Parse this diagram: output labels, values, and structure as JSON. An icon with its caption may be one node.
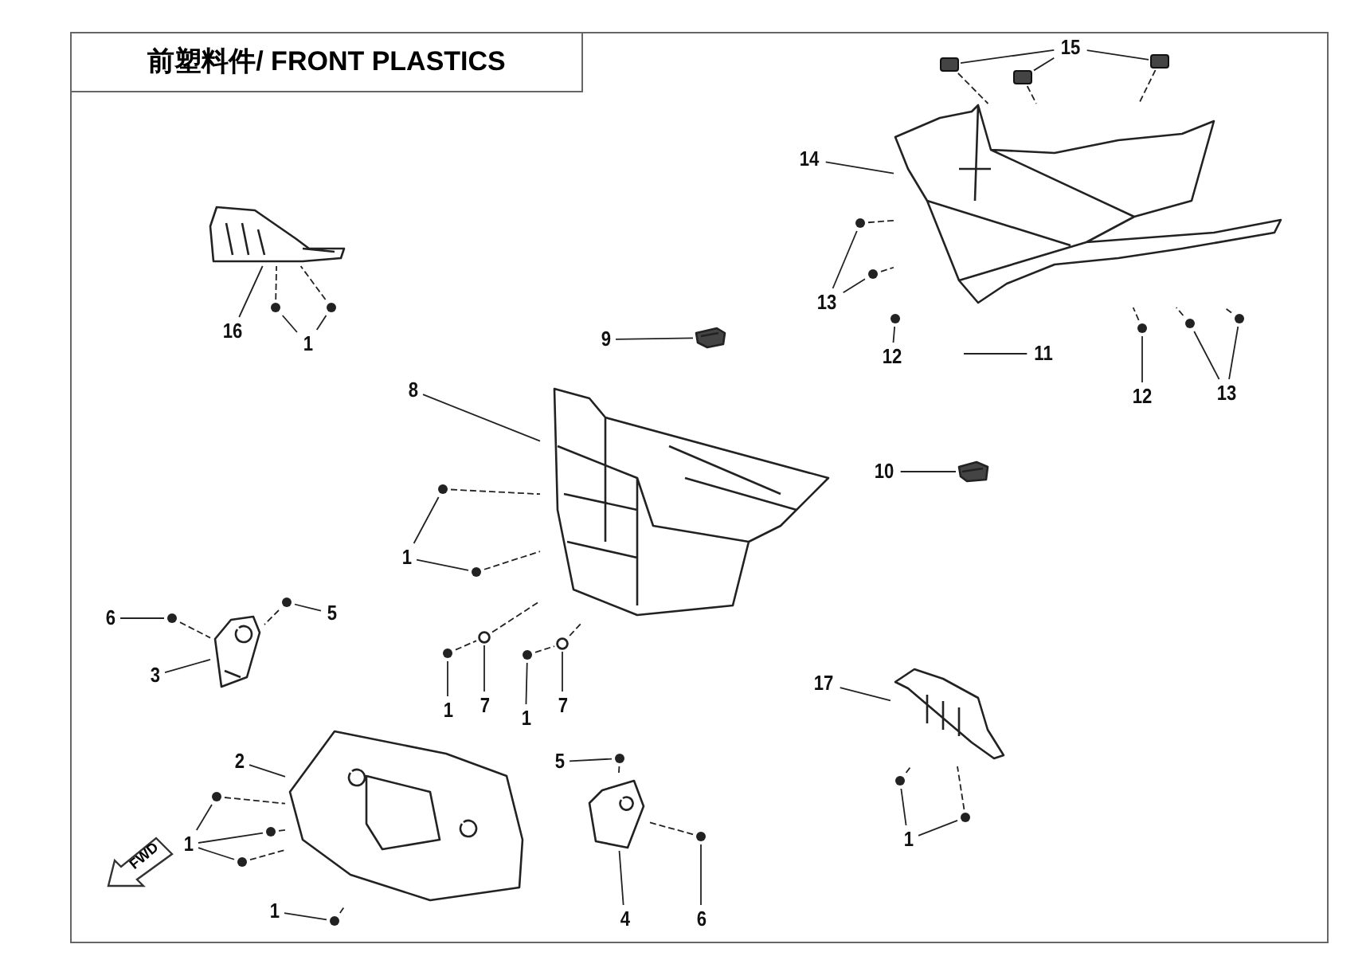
{
  "diagram": {
    "title": "前塑料件/ FRONT PLASTICS",
    "nodes": [
      {
        "text": [
          "16"
        ]
      },
      {
        "text": [],
        "shape": "picture"
      },
      {
        "text": [
          "1"
        ]
      },
      {
        "text": [],
        "shape": "circle"
      },
      {
        "text": [],
        "shape": "circle"
      },
      {
        "text": [
          "14"
        ]
      },
      {
        "text": [],
        "shape": "picture"
      },
      {
        "text": [
          "15"
        ]
      },
      {
        "text": [],
        "shape": "box"
      },
      {
        "text": [],
        "shape": "box"
      },
      {
        "text": [],
        "shape": "box"
      },
      {
        "text": [
          "13"
        ]
      },
      {
        "text": [],
        "shape": "circle"
      },
      {
        "text": [],
        "shape": "circle"
      },
      {
        "text": [
          "12"
        ]
      },
      {
        "text": [],
        "shape": "circle"
      },
      {
        "text": [
          "9"
        ]
      },
      {
        "text": [],
        "shape": "picture"
      },
      {
        "text": [
          "11"
        ]
      },
      {
        "text": [
          "12"
        ]
      },
      {
        "text": [],
        "shape": "circle"
      },
      {
        "text": [
          "13"
        ]
      },
      {
        "text": [],
        "shape": "circle"
      },
      {
        "text": [],
        "shape": "circle"
      },
      {
        "text": [
          "8"
        ]
      },
      {
        "text": [],
        "shape": "picture"
      },
      {
        "text": [
          "10"
        ]
      },
      {
        "text": [],
        "shape": "picture"
      },
      {
        "text": [
          "1"
        ]
      },
      {
        "text": [],
        "shape": "circle"
      },
      {
        "text": [],
        "shape": "circle"
      },
      {
        "text": [
          "6"
        ]
      },
      {
        "text": [],
        "shape": "circle"
      },
      {
        "text": [
          "5"
        ]
      },
      {
        "text": [],
        "shape": "circle"
      },
      {
        "text": [
          "3"
        ]
      },
      {
        "text": [],
        "shape": "picture"
      },
      {
        "text": [
          "1"
        ]
      },
      {
        "text": [],
        "shape": "circle"
      },
      {
        "text": [
          "7"
        ]
      },
      {
        "text": [],
        "shape": "circle"
      },
      {
        "text": [
          "1"
        ]
      },
      {
        "text": [],
        "shape": "circle"
      },
      {
        "text": [
          "7"
        ]
      },
      {
        "text": [],
        "shape": "circle"
      },
      {
        "text": [
          "17"
        ]
      },
      {
        "text": [],
        "shape": "picture"
      },
      {
        "text": [
          "2"
        ]
      },
      {
        "text": [],
        "shape": "picture"
      },
      {
        "text": [
          "5"
        ]
      },
      {
        "text": [],
        "shape": "circle"
      },
      {
        "text": [
          "1"
        ]
      },
      {
        "text": [],
        "shape": "circle"
      },
      {
        "text": [],
        "shape": "circle"
      },
      {
        "text": [],
        "shape": "circle"
      },
      {
        "text": [
          "1"
        ]
      },
      {
        "text": [],
        "shape": "circle"
      },
      {
        "text": [],
        "shape": "circle"
      },
      {
        "text": [
          "1"
        ]
      },
      {
        "text": [],
        "shape": "circle"
      },
      {
        "text": [
          "4"
        ]
      },
      {
        "text": [],
        "shape": "picture"
      },
      {
        "text": [
          "6"
        ]
      },
      {
        "text": [],
        "shape": "circle"
      }
    ],
    "edges": [
      {
        "from": 0,
        "to": 1,
        "arrow": "none"
      },
      {
        "from": 2,
        "to": 3,
        "arrow": "none"
      },
      {
        "from": 2,
        "to": 4,
        "arrow": "none"
      },
      {
        "from": 5,
        "to": 6,
        "arrow": "none"
      },
      {
        "from": 7,
        "to": 8,
        "arrow": "none"
      },
      {
        "from": 7,
        "to": 9,
        "arrow": "none"
      },
      {
        "from": 7,
        "to": 10,
        "arrow": "none"
      },
      {
        "from": 11,
        "to": 12,
        "arrow": "none"
      },
      {
        "from": 11,
        "to": 13,
        "arrow": "none"
      },
      {
        "from": 14,
        "to": 15,
        "arrow": "none"
      },
      {
        "from": 16,
        "to": 17,
        "arrow": "none"
      },
      {
        "from": 18,
        "to": null,
        "arrow": "none"
      },
      {
        "from": 19,
        "to": 20,
        "arrow": "none"
      },
      {
        "from": 21,
        "to": 22,
        "arrow": "none"
      },
      {
        "from": 21,
        "to": 23,
        "arrow": "none"
      },
      {
        "from": 24,
        "to": 25,
        "arrow": "none"
      },
      {
        "from": 26,
        "to": 27,
        "arrow": "none"
      },
      {
        "from": 28,
        "to": 29,
        "arrow": "none"
      },
      {
        "from": 28,
        "to": 30,
        "arrow": "none"
      },
      {
        "from": 31,
        "to": 32,
        "arrow": "none"
      },
      {
        "from": 33,
        "to": 34,
        "arrow": "none"
      },
      {
        "from": 35,
        "to": 36,
        "arrow": "none"
      },
      {
        "from": 37,
        "to": 38,
        "arrow": "none"
      },
      {
        "from": 39,
        "to": 40,
        "arrow": "none"
      },
      {
        "from": 41,
        "to": 42,
        "arrow": "none"
      },
      {
        "from": 43,
        "to": 44,
        "arrow": "none"
      },
      {
        "from": 45,
        "to": 46,
        "arrow": "none"
      },
      {
        "from": 47,
        "to": 48,
        "arrow": "none"
      },
      {
        "from": 49,
        "to": 50,
        "arrow": "none"
      },
      {
        "from": 51,
        "to": 52,
        "arrow": "none"
      },
      {
        "from": 51,
        "to": 53,
        "arrow": "none"
      },
      {
        "from": 51,
        "to": 54,
        "arrow": "none"
      },
      {
        "from": 55,
        "to": 56,
        "arrow": "none"
      },
      {
        "from": 55,
        "to": 57,
        "arrow": "none"
      },
      {
        "from": 58,
        "to": 59,
        "arrow": "none"
      },
      {
        "from": 60,
        "to": 61,
        "arrow": "none"
      },
      {
        "from": 62,
        "to": 63,
        "arrow": "none"
      },
      {
        "from": 3,
        "to": 1,
        "arrow": "none",
        "style": "dashed"
      },
      {
        "from": 4,
        "to": 1,
        "arrow": "none",
        "style": "dashed"
      },
      {
        "from": 8,
        "to": 6,
        "arrow": "none",
        "style": "dashed"
      },
      {
        "from": 9,
        "to": 6,
        "arrow": "none",
        "style": "dashed"
      },
      {
        "from": 10,
        "to": 6,
        "arrow": "none",
        "style": "dashed"
      },
      {
        "from": 12,
        "to": 6,
        "arrow": "none",
        "style": "dashed"
      },
      {
        "from": 13,
        "to": 6,
        "arrow": "none",
        "style": "dashed"
      },
      {
        "from": 20,
        "to": 6,
        "arrow": "none",
        "style": "dashed"
      },
      {
        "from": 22,
        "to": 6,
        "arrow": "none",
        "style": "dashed"
      },
      {
        "from": 23,
        "to": 6,
        "arrow": "none",
        "style": "dashed"
      },
      {
        "from": 29,
        "to": 25,
        "arrow": "none",
        "style": "dashed"
      },
      {
        "from": 30,
        "to": 25,
        "arrow": "none",
        "style": "dashed"
      },
      {
        "from": 32,
        "to": 36,
        "arrow": "none",
        "style": "dashed"
      },
      {
        "from": 34,
        "to": 36,
        "arrow": "none",
        "style": "dashed"
      },
      {
        "from": 38,
        "to": 40,
        "arrow": "none",
        "style": "dashed"
      },
      {
        "from": 40,
        "to": 25,
        "arrow": "none",
        "style": "dashed"
      },
      {
        "from": 42,
        "to": 44,
        "arrow": "none",
        "style": "dashed"
      },
      {
        "from": 44,
        "to": 25,
        "arrow": "none",
        "style": "dashed"
      },
      {
        "from": 50,
        "to": 61,
        "arrow": "none",
        "style": "dashed"
      },
      {
        "from": 63,
        "to": 61,
        "arrow": "none",
        "style": "dashed"
      },
      {
        "from": 52,
        "to": 48,
        "arrow": "none",
        "style": "dashed"
      },
      {
        "from": 53,
        "to": 48,
        "arrow": "none",
        "style": "dashed"
      },
      {
        "from": 54,
        "to": 48,
        "arrow": "none",
        "style": "dashed"
      },
      {
        "from": 59,
        "to": 48,
        "arrow": "none",
        "style": "dashed"
      },
      {
        "from": 56,
        "to": 46,
        "arrow": "none",
        "style": "dashed"
      },
      {
        "from": 57,
        "to": 46,
        "arrow": "none",
        "style": "dashed"
      }
    ],
    "labels": [
      "FWD"
    ]
  }
}
